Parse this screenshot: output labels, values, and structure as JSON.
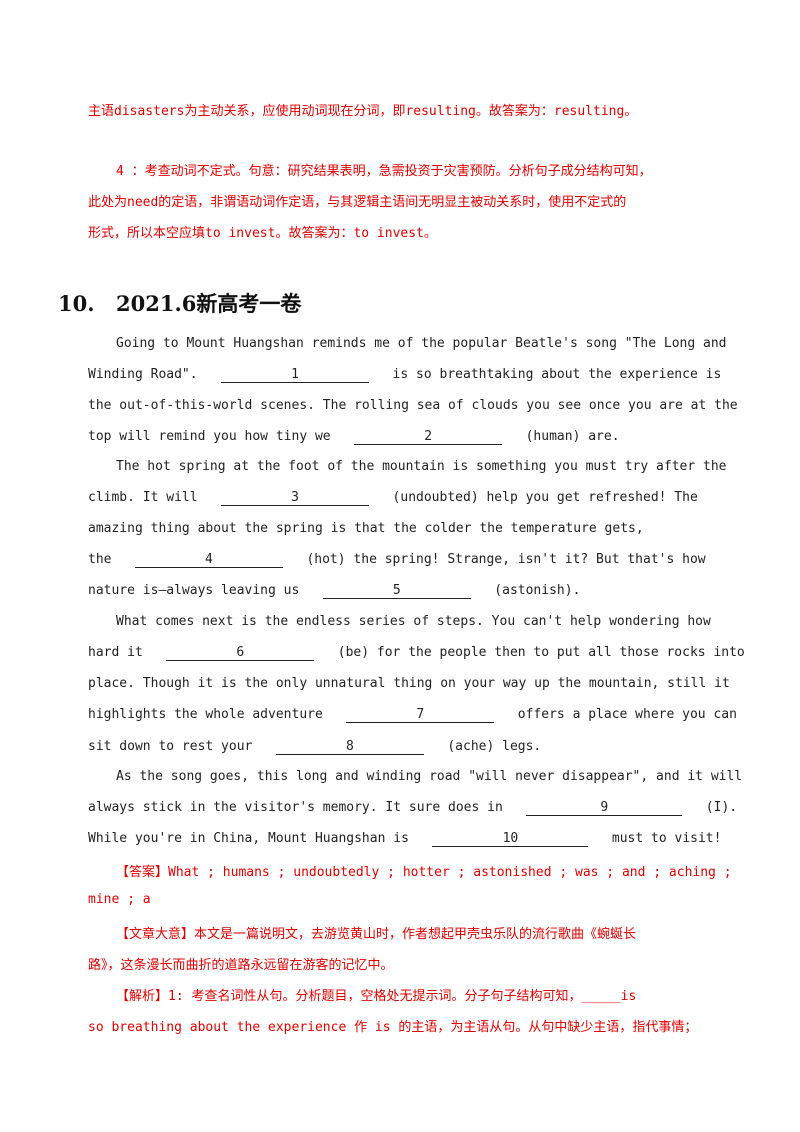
{
  "prev_analysis": {
    "line1": "主语disasters为主动关系，应使用动词现在分词，即resulting。故答案为：resulting。",
    "item4_line1": "4 ：考查动词不定式。句意：研究结果表明，急需投资于灾害预防。分析句子成分结构可知，",
    "item4_line2": "此处为need的定语，非谓语动词作定语，与其逻辑主语间无明显主被动关系时，使用不定式的",
    "item4_line3": "形式，所以本空应填to invest。故答案为：to invest。"
  },
  "section": {
    "number": "10.",
    "title": "2021.6新高考一卷"
  },
  "passage": {
    "p1_l1": "Going to Mount Huangshan reminds me of the popular Beatle's song \"The Long and",
    "p1_l2a": "Winding Road\".",
    "b1": "1",
    "p1_l2b": "is so breathtaking about the experience is",
    "p1_l3": "the out-of-this-world scenes. The rolling sea of clouds you see once you are at the",
    "p1_l4a": "top will remind you how tiny we",
    "b2": "2",
    "p1_l4b": "(human) are.",
    "p2_l1": "The hot spring at the foot of the mountain is something you must try after the",
    "p2_l2a": "climb.  It  will",
    "b3": "3",
    "p2_l2b": "(undoubted)  help  you  get  refreshed!  The",
    "p2_l3": "amazing  thing  about  the  spring  is  that  the  colder  the  temperature  gets,",
    "p2_l4a": "the",
    "b4": "4",
    "p2_l4b": "(hot)  the  spring!  Strange,  isn't  it?  But  that's  how",
    "p2_l5a": "nature is—always leaving us",
    "b5": "5",
    "p2_l5b": "(astonish).",
    "p3_l1": "What comes next is the endless series of steps. You can't help wondering how",
    "p3_l2a": "hard it",
    "b6": "6",
    "p3_l2b": "(be) for the people then to put all those rocks into",
    "p3_l3": "place. Though it is the only unnatural thing on your way up the mountain, still it",
    "p3_l4a": "highlights the whole adventure",
    "b7": "7",
    "p3_l4b": "offers a place where you can",
    "p3_l5a": "sit down to rest your",
    "b8": "8",
    "p3_l5b": "(ache) legs.",
    "p4_l1": "As the song goes, this long and winding road \"will never disappear\", and it will",
    "p4_l2a": "always stick in the visitor's memory. It sure does in",
    "b9": "9",
    "p4_l2b": "(I).",
    "p4_l3a": "While you're in China, Mount Huangshan is",
    "b10": "10",
    "p4_l3b": "must to visit!"
  },
  "answer": {
    "label": "【答案】",
    "line1": "What ; humans ; undoubtedly ; hotter ; astonished ; was ; and ; aching ;",
    "line2": "mine ; a"
  },
  "summary": {
    "label": "【文章大意】",
    "line1": "本文是一篇说明文，去游览黄山时，作者想起甲壳虫乐队的流行歌曲《蜿蜒长",
    "line2": "路》，这条漫长而曲折的道路永远留在游客的记忆中。"
  },
  "analysis": {
    "label": "【解析】",
    "line1": "1:  考查名词性从句。分析题目，空格处无提示词。分子句子结构可知，_____is",
    "line2": "so breathing about the experience 作 is 的主语，为主语从句。从句中缺少主语，指代事情；"
  }
}
